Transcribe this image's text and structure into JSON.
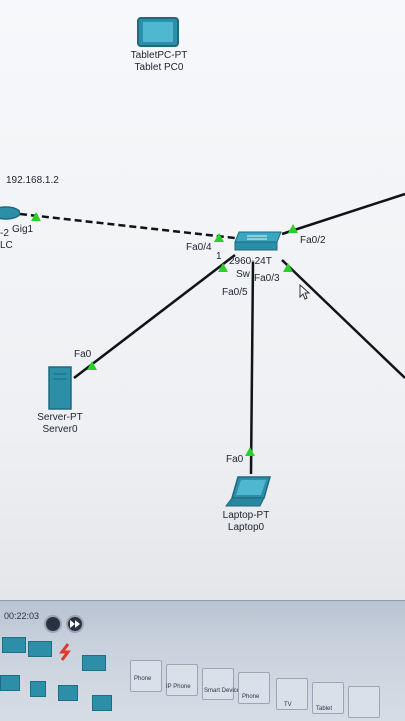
{
  "devices": {
    "tablet": {
      "type_label": "TabletPC-PT",
      "name_label": "Tablet PC0"
    },
    "switch": {
      "model_label": "2960-24T",
      "name_label": "Sw"
    },
    "server": {
      "type_label": "Server-PT",
      "name_label": "Server0"
    },
    "laptop": {
      "type_label": "Laptop-PT",
      "name_label": "Laptop0"
    },
    "router": {
      "ip_label": "192.168.1.2",
      "left_fragment": "-2",
      "left_fragment2": "LC"
    }
  },
  "ports": {
    "router_gig": "Gig1",
    "switch_fa04": "Fa0/4",
    "switch_fa02": "Fa0/2",
    "switch_fa03": "Fa0/3",
    "switch_fa05": "Fa0/5",
    "switch_1": "1",
    "server_fa0": "Fa0",
    "laptop_fa0": "Fa0"
  },
  "bottom_bar": {
    "time": "00:22:03",
    "device_labels": [
      "Phone",
      "IP Phone",
      "Smart Device",
      "Phone",
      "TV",
      "Tablet"
    ]
  },
  "colors": {
    "link_green": "#2bd02b",
    "device_teal": "#2d8ea8",
    "cable": "#101318"
  }
}
